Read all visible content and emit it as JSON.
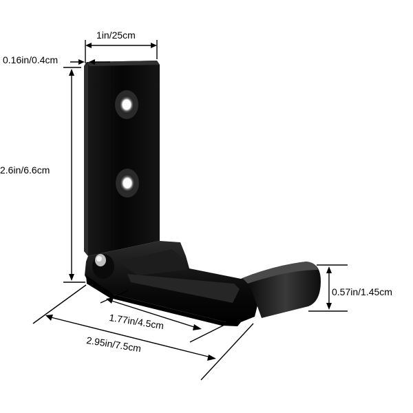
{
  "product": {
    "name": "folding-wall-hook",
    "color": "#111111",
    "highlight_color": "#3a3a3a"
  },
  "dimensions": {
    "width_label": "1in/25cm",
    "thickness_label": "0.16in/0.4cm",
    "height_label": "2.6in/6.6cm",
    "hook_height_label": "0.57in/1.45cm",
    "inner_length_label": "1.77in/4.5cm",
    "overall_length_label": "2.95in/7.5cm"
  }
}
